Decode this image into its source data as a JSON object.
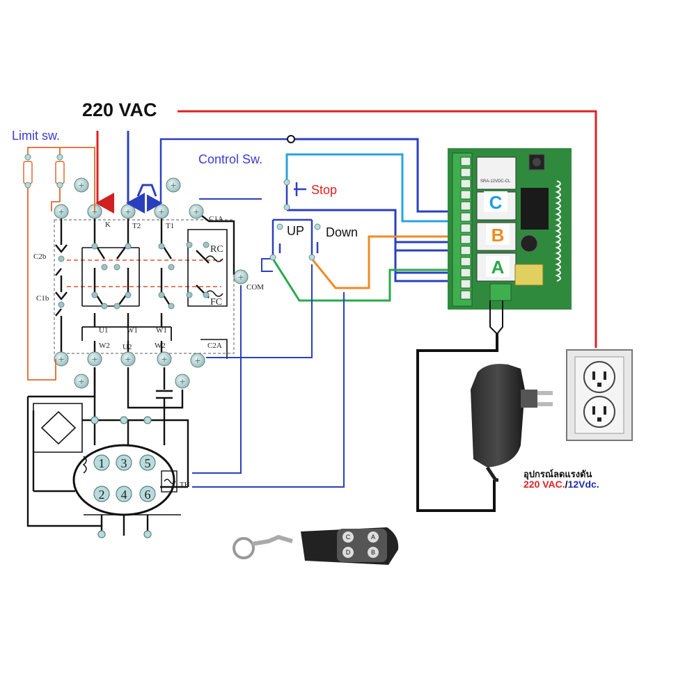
{
  "labels": {
    "supply": "220 VAC",
    "limit_switch": "Limit sw.",
    "control_switch": "Control Sw.",
    "stop": "Stop",
    "up": "UP",
    "down": "Down"
  },
  "schematic_labels": {
    "k": "K",
    "t2": "T2",
    "t1": "T1",
    "c1a": "C1A",
    "c2b": "C2b",
    "c1b": "C1b",
    "rc": "RC",
    "fc": "FC",
    "com": "COM",
    "u1": "U1",
    "w1a": "W1",
    "w1b": "W1",
    "w2a": "W2",
    "u2": "U2",
    "w2b": "W2",
    "c2a": "C2A",
    "th": "TH",
    "n1": "1",
    "n2": "2",
    "n3": "3",
    "n4": "4",
    "n5": "5",
    "n6": "6"
  },
  "receiver": {
    "model": "SRA-12VDC-CL",
    "relays": [
      {
        "letter": "C",
        "color": "#1a9fe0"
      },
      {
        "letter": "B",
        "color": "#f08a24"
      },
      {
        "letter": "A",
        "color": "#2aa84a"
      }
    ]
  },
  "remote": {
    "buttons": [
      "A",
      "B",
      "C",
      "D"
    ]
  },
  "adapter": {
    "caption": "อุปกรณ์ลดแรงดัน",
    "input": "220 VAC.",
    "separator": "/",
    "output": "12Vdc."
  },
  "colors": {
    "line": "#e02020",
    "neutral": "#2a3fc0",
    "limit_wire": "#e06a2a",
    "stop_wire": "#29a3dc",
    "up_wire": "#f08a24",
    "down_wire": "#2aa84a",
    "dc_wire": "#111111",
    "board": "#2f8a3e"
  }
}
